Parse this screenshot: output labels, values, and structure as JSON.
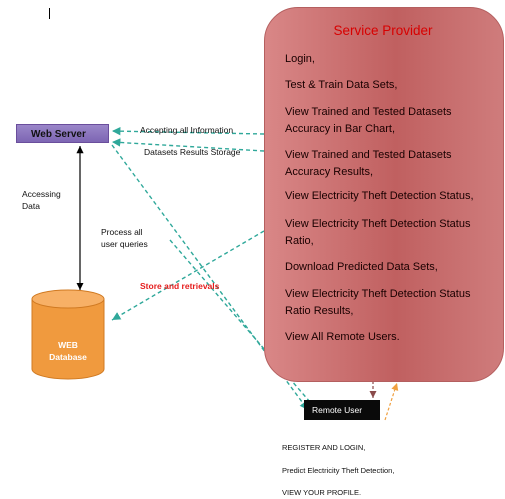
{
  "service_provider": {
    "title": "Service Provider",
    "items": [
      "Login,",
      "Test & Train Data Sets,",
      "View Trained and Tested Datasets Accuracy in Bar Chart,",
      "View Trained and Tested Datasets Accuracy Results,",
      "View Electricity Theft Detection Status,",
      "View Electricity Theft Detection Status Ratio,",
      "Download Predicted Data Sets,",
      "View Electricity Theft Detection Status Ratio Results,",
      "View All Remote Users."
    ]
  },
  "web_server": {
    "label": "Web Server"
  },
  "labels": {
    "accepting": "Accepting all  Information",
    "storage": "Datasets Results Storage",
    "accessing": "Accessing\nData",
    "process": "Process all\nuser queries",
    "store": "Store and retrievals"
  },
  "database": {
    "label": "WEB\nDatabase"
  },
  "remote_user": {
    "label": "Remote User",
    "items": [
      "REGISTER AND LOGIN,",
      "Predict Electricity Theft Detection,",
      "VIEW YOUR PROFILE."
    ]
  },
  "colors": {
    "service_provider_fill": "#c76a6a",
    "web_server_fill": "#8a74be",
    "database_fill": "#f09a3e",
    "connector": "#2fa89a",
    "store_text": "#e51c1c"
  }
}
